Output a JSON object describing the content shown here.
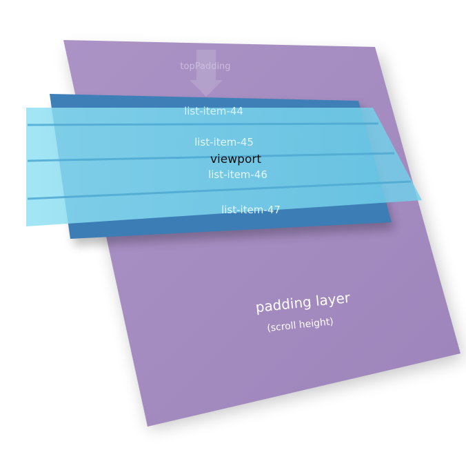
{
  "diagram": {
    "padding_layer": {
      "title": "padding layer",
      "subtitle": "(scroll height)",
      "color": "#a58ac0"
    },
    "top_padding": {
      "label": "topPadding"
    },
    "list_items": [
      "list-item-44",
      "list-item-45",
      "list-item-46",
      "list-item-47"
    ],
    "viewport": {
      "label": "viewport",
      "color": "#6fd3ea"
    },
    "list_color": "#3a8fc4"
  }
}
